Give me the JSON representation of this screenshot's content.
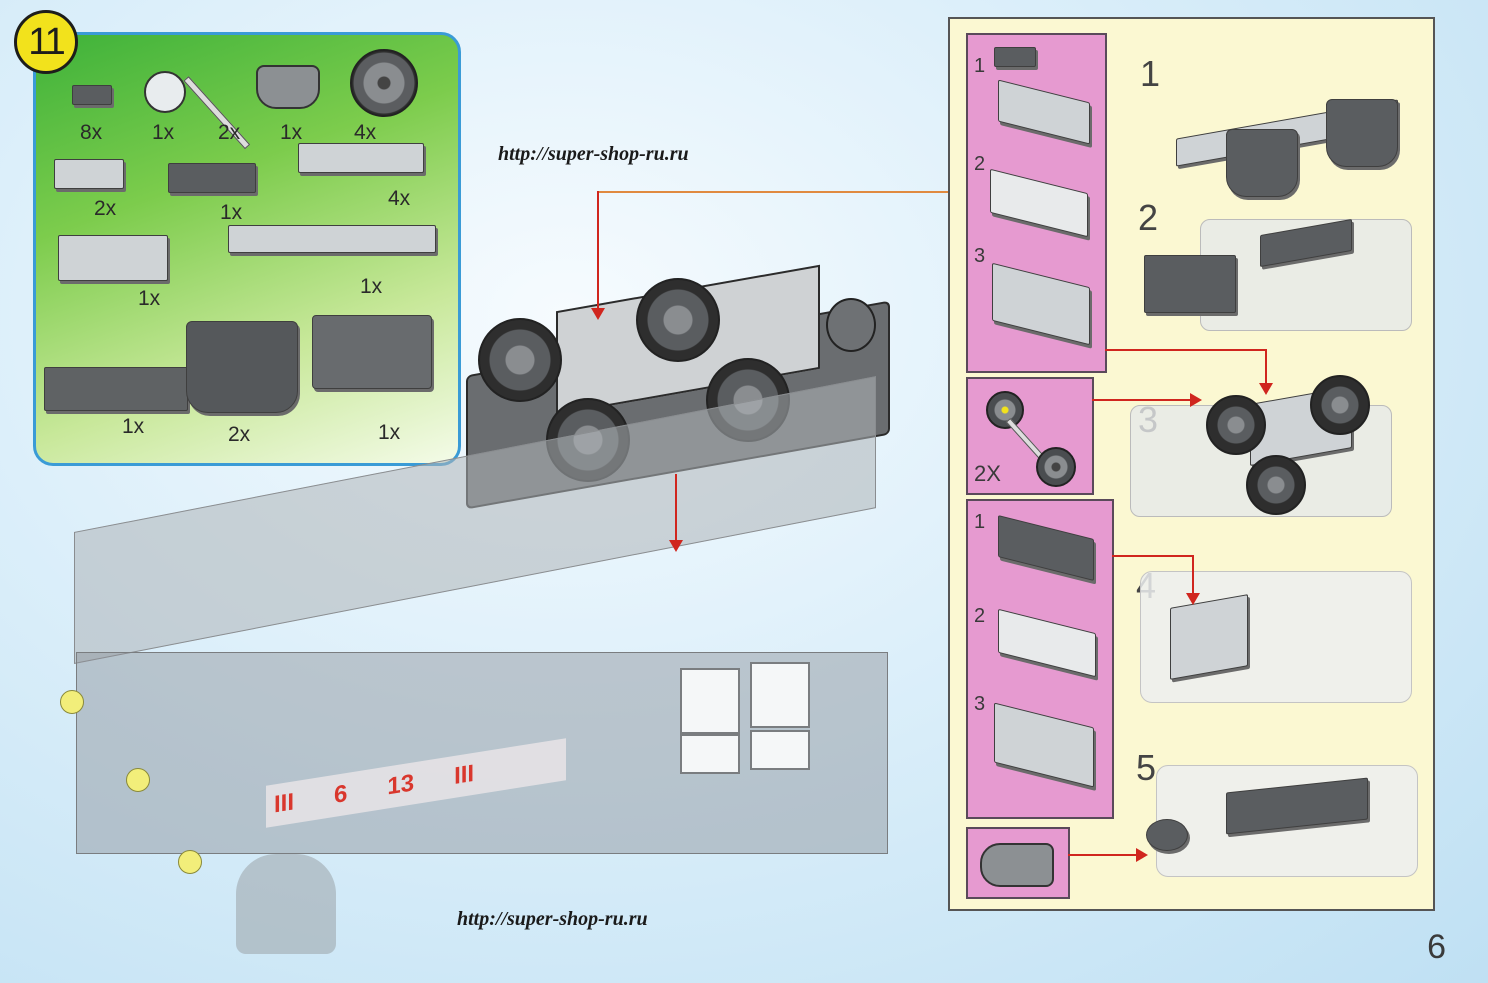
{
  "step": {
    "number": "11"
  },
  "parts": [
    {
      "qty": "8x",
      "icon": "plate-1x2-dark"
    },
    {
      "qty": "1x",
      "icon": "wheel-cylinder"
    },
    {
      "qty": "2x",
      "icon": "axle-bar"
    },
    {
      "qty": "1x",
      "icon": "coupler-clip"
    },
    {
      "qty": "4x",
      "icon": "train-wheel"
    },
    {
      "qty": "2x",
      "icon": "plate-2x3-light"
    },
    {
      "qty": "1x",
      "icon": "plate-2x4-dark"
    },
    {
      "qty": "4x",
      "icon": "plate-2x6-light"
    },
    {
      "qty": "1x",
      "icon": "plate-4x4-light"
    },
    {
      "qty": "1x",
      "icon": "plate-2x12-light"
    },
    {
      "qty": "1x",
      "icon": "tile-pivot-plate"
    },
    {
      "qty": "2x",
      "icon": "train-bogie-side"
    },
    {
      "qty": "1x",
      "icon": "coupler-assembly"
    }
  ],
  "urls": {
    "top": "http://super-shop-ru.ru",
    "bottom": "http://super-shop-ru.ru"
  },
  "substeps": {
    "pink1": [
      "1",
      "2",
      "3"
    ],
    "pink2_qty": "2X",
    "pink3": [
      "1",
      "2",
      "3"
    ],
    "main": [
      "1",
      "2",
      "3",
      "4",
      "5"
    ]
  },
  "model_labels": [
    "III",
    "6",
    "13",
    "III"
  ],
  "colors": {
    "accent_blue": "#3a9bd6",
    "badge_yellow": "#f2e21c",
    "callout_pink": "#e69ad0",
    "panel_cream": "#fbf8d2",
    "arrow_red": "#d0261e"
  },
  "page": {
    "number": "6"
  }
}
